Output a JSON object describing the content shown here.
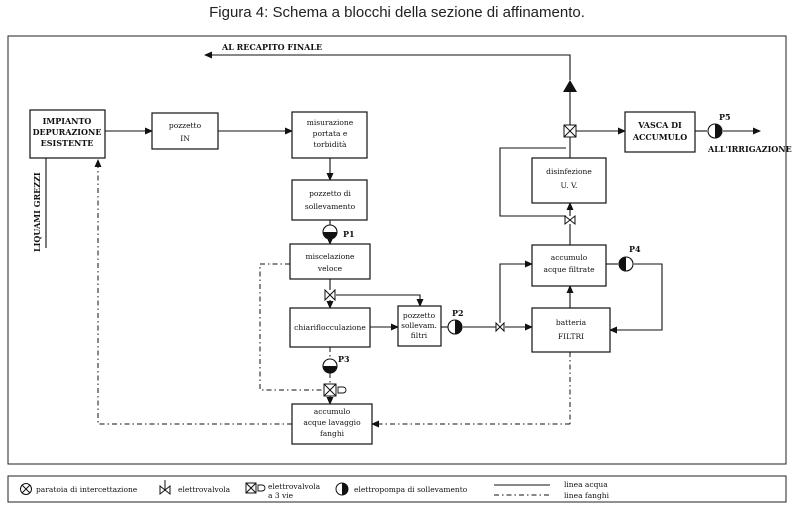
{
  "caption": "Figura 4: Schema a blocchi della sezione di affinamento.",
  "outputs": {
    "recapito": "AL RECAPITO FINALE",
    "irrigazione": "ALL'IRRIGAZIONE",
    "liquami": "LIQUAMI GREZZI"
  },
  "blocks": {
    "impianto": [
      "IMPIANTO",
      "DEPURAZIONE",
      "ESISTENTE"
    ],
    "pozzetto_in": [
      "pozzetto",
      "IN"
    ],
    "misurazione": [
      "misurazione",
      "portata e",
      "torbidità"
    ],
    "pozzetto_soll": [
      "pozzetto di",
      "sollevamento"
    ],
    "miscelazione": [
      "miscelazione",
      "veloce"
    ],
    "chiari": [
      "chiariflocculazione"
    ],
    "pozzetto_filtri": [
      "pozzetto",
      "sollevam.",
      "filtri"
    ],
    "accumulo_lavaggio": [
      "accumulo",
      "acque lavaggio",
      "fanghi"
    ],
    "batteria": [
      "batteria",
      "FILTRI"
    ],
    "accumulo_filtrate": [
      "accumulo",
      "acque filtrate"
    ],
    "disinfezione": [
      "disinfezione",
      "U. V."
    ],
    "vasca": [
      "VASCA DI",
      "ACCUMULO"
    ]
  },
  "pumps": {
    "p1": "P1",
    "p2": "P2",
    "p3": "P3",
    "p4": "P4",
    "p5": "P5"
  },
  "legend": {
    "paratoia": "paratoia di intercettazione",
    "elettrovalvola": "elettrovalvola",
    "elettrovalvola3": [
      "elettrovalvola",
      "a 3 vie"
    ],
    "elettropompa": "elettropompa di sollevamento",
    "linea_acqua": "linea acqua",
    "linea_fanghi": "linea fanghi"
  }
}
